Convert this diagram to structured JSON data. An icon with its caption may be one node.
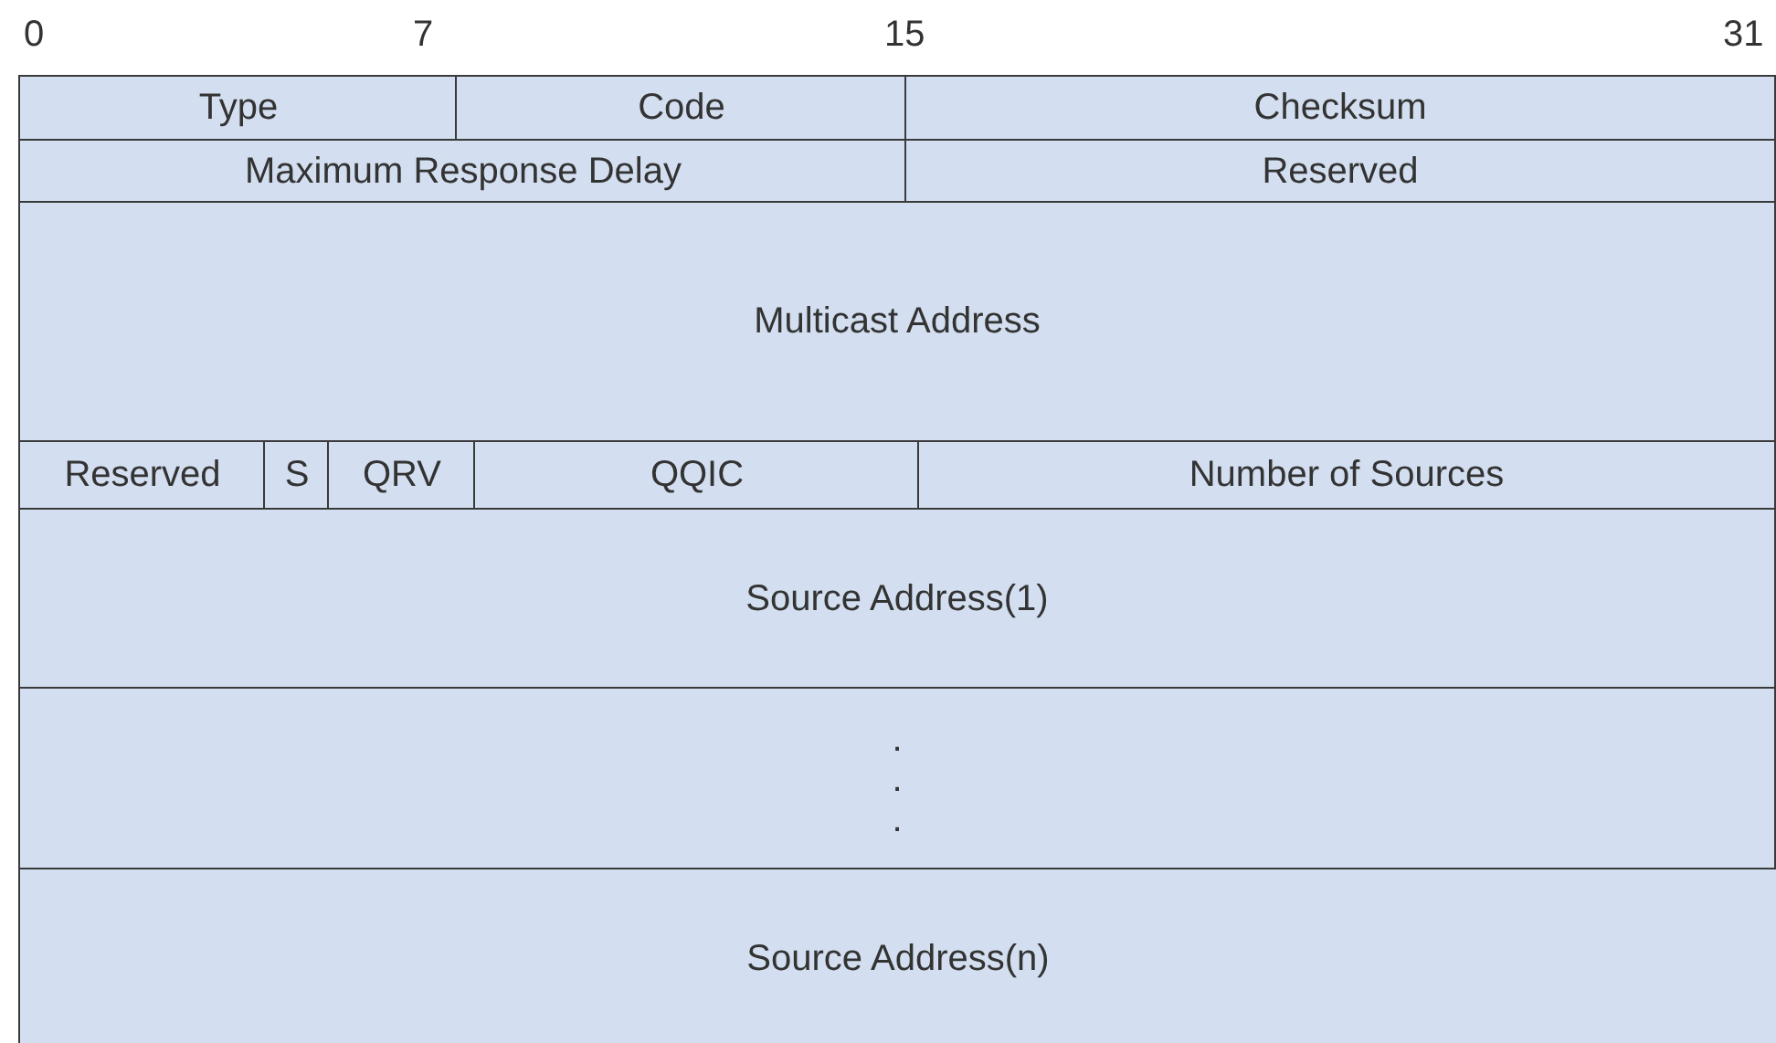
{
  "diagram": {
    "nodes": [
      {
        "text": [
          "Type"
        ]
      },
      {
        "text": [
          "Code"
        ]
      },
      {
        "text": [
          "Checksum"
        ]
      },
      {
        "text": [
          "Maximum Response Delay"
        ]
      },
      {
        "text": [
          "Reserved"
        ]
      },
      {
        "text": [
          "Multicast Address"
        ]
      },
      {
        "text": [
          "Reserved"
        ]
      },
      {
        "text": [
          "S"
        ]
      },
      {
        "text": [
          "QRV"
        ]
      },
      {
        "text": [
          "QQIC"
        ]
      },
      {
        "text": [
          "Number of Sources"
        ]
      },
      {
        "text": [
          "Source Address(1)"
        ]
      },
      {
        "text": [
          ". . ."
        ]
      },
      {
        "text": [
          "Source Address(n)"
        ]
      }
    ],
    "labels": [
      "0",
      "7",
      "15",
      "31"
    ]
  }
}
